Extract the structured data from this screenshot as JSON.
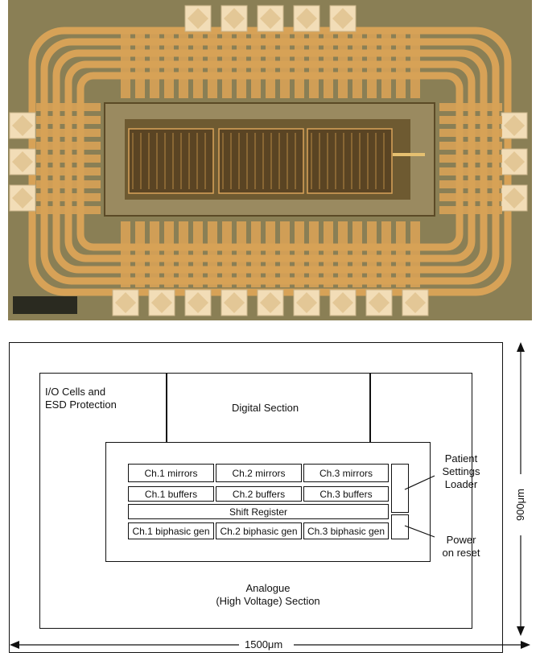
{
  "photo": {
    "caption": "",
    "colors": {
      "background": "#8a7f55",
      "metal": "#d7a257",
      "pad": "#f2ddb7",
      "core": "#6e5a31"
    }
  },
  "diagram": {
    "io_cells": [
      "I/O Cells and",
      "ESD Protection"
    ],
    "digital_section": "Digital Section",
    "analogue_section": [
      "Analogue",
      "(High Voltage) Section"
    ],
    "patient_settings": [
      "Patient",
      "Settings",
      "Loader"
    ],
    "power_on_reset": [
      "Power",
      "on reset"
    ],
    "blocks": {
      "mirrors": [
        "Ch.1 mirrors",
        "Ch.2 mirrors",
        "Ch.3 mirrors"
      ],
      "buffers": [
        "Ch.1 buffers",
        "Ch.2 buffers",
        "Ch.3 buffers"
      ],
      "shift_register": "Shift Register",
      "biphasic": [
        "Ch.1 biphasic gen",
        "Ch.2 biphasic gen",
        "Ch.3 biphasic gen"
      ]
    },
    "width_label": "1500μm",
    "height_label": "900μm"
  }
}
